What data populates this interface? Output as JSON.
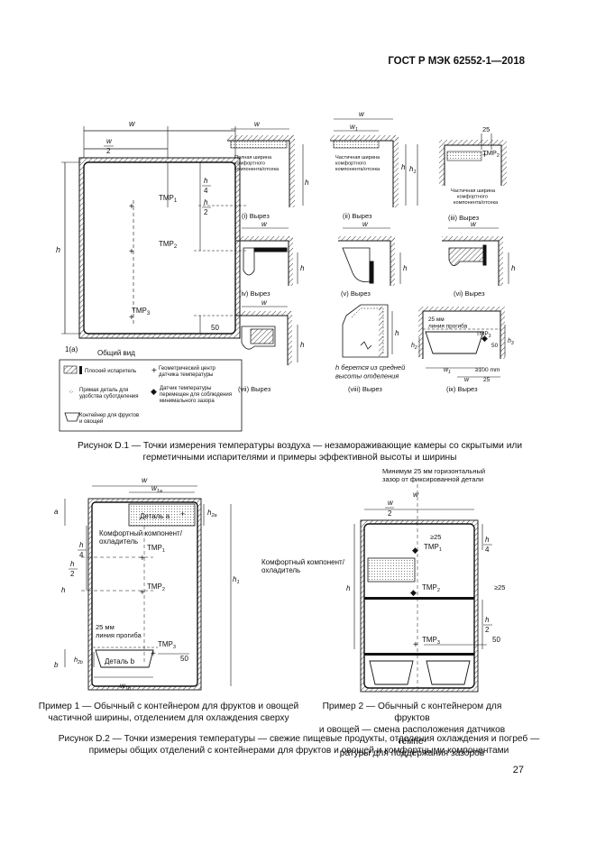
{
  "header": {
    "standard": "ГОСТ Р МЭК 62552-1—2018"
  },
  "fig1": {
    "w": "w",
    "w2": "w",
    "two": "2",
    "h": "h",
    "h4": "h",
    "four": "4",
    "h2": "h",
    "two_b": "2",
    "tmp1": "TMP",
    "tmp1_sub": "1",
    "tmp2": "TMP",
    "tmp2_sub": "2",
    "tmp3": "TMP",
    "tmp3_sub": "3",
    "fifty": "50",
    "label_1a": "1(а)",
    "general_view": "Общий вид",
    "cut_i": "(i) Вырез",
    "cut_ii": "(ii) Вырез",
    "cut_iii": "(iii) Вырез",
    "cut_iv": "(iv) Вырез",
    "cut_v": "(v) Вырез",
    "cut_vi": "(vi) Вырез",
    "cut_vii": "(vii) Вырез",
    "cut_viii": "(viii) Вырез",
    "cut_ix": "(ix) Вырез",
    "full_width": [
      "Полная ширина",
      "комфортного",
      "компонента/отсека"
    ],
    "partial_width": [
      "Частичная ширина",
      "комфортного",
      "компонента/отсека"
    ],
    "partial_width_iii": [
      "Частичная ширина",
      "комфортного",
      "компонента/отсека"
    ],
    "w1": "w",
    "w1_sub": "1",
    "h1": "h",
    "h1_sub": "1",
    "twentyfive": "25",
    "h_avg": [
      "h берется из средней",
      "высоты отделения"
    ],
    "mm25": [
      "25 мм",
      "линия прогиба"
    ],
    "h2_sub": "2",
    "h3": "h",
    "h3_sub": "3",
    "ge100": "≥100 mm",
    "w1ix": "w",
    "w1ix_sub": "1",
    "wix": "w",
    "twentyfive_b": "25",
    "legend": {
      "flat_evap": "Плоский испаритель",
      "geom_center": [
        "Геометрический центр",
        "датчика температуры"
      ],
      "direct_part": [
        "Прямая деталь для",
        "удобства суботделения"
      ],
      "sensor_moved": [
        "Датчик температуры",
        "перемещен для соблюдения",
        "минимального зазора"
      ],
      "container": [
        "Контейнер для фруктов",
        "и овощей"
      ]
    }
  },
  "caption1": [
    "Рисунок D.1 — Точки измерения температуры воздуха — незамораживающие камеры со скрытыми или",
    "герметичными испарителями и примеры эффективной высоты и ширины"
  ],
  "fig2": {
    "w": "w",
    "w1a": "w",
    "w1a_sub": "1a",
    "a": "a",
    "h2a": "h",
    "h2a_sub": "2a",
    "detail_a": "Деталь a",
    "comfort": [
      "Комфортный компонент/",
      "охладитель"
    ],
    "h": "h",
    "two": "2",
    "four": "4",
    "h1": "h",
    "h1_sub": "1",
    "tmp1": "TMP",
    "tmp1_sub": "1",
    "tmp2": "TMP",
    "tmp2_sub": "2",
    "tmp3": "TMP",
    "tmp3_sub": "3",
    "mm25": [
      "25 мм",
      "линия прогиба"
    ],
    "fifty": "50",
    "b": "b",
    "h2b": "h",
    "h2b_sub": "2b",
    "detail_b": "Деталь b",
    "w1b": "w",
    "w1b_sub": "1b"
  },
  "fig3": {
    "min_gap": [
      "Минимум 25 мм горизонтальный",
      "зазор от фиксированной детали"
    ],
    "w": "w",
    "w2": "w",
    "two": "2",
    "ge25a": "≥25",
    "ge25b": "≥25",
    "comfort": [
      "Комфортный компонент/",
      "охладитель"
    ],
    "tmp1": "TMP",
    "tmp1_sub": "1",
    "tmp2": "TMP",
    "tmp2_sub": "2",
    "tmp3": "TMP",
    "tmp3_sub": "3",
    "h": "h",
    "h4": "h",
    "four": "4",
    "h2": "h",
    "two_b": "2",
    "fifty": "50"
  },
  "example1": [
    "Пример 1 — Обычный с контейнером для фруктов и овощей",
    "частичной ширины, отделением для охлаждения сверху"
  ],
  "example2": [
    "Пример 2 — Обычный с контейнером для фруктов",
    "и овощей — смена расположения датчиков темпе-",
    "ратуры для поддержания зазоров"
  ],
  "caption2": [
    "Рисунок D.2 — Точки измерения температуры — свежие пищевые продукты, отделения охлаждения и погреб —",
    "примеры общих отделений с контейнерами для фруктов и овощей и комфортными компонентами"
  ],
  "page_number": "27"
}
